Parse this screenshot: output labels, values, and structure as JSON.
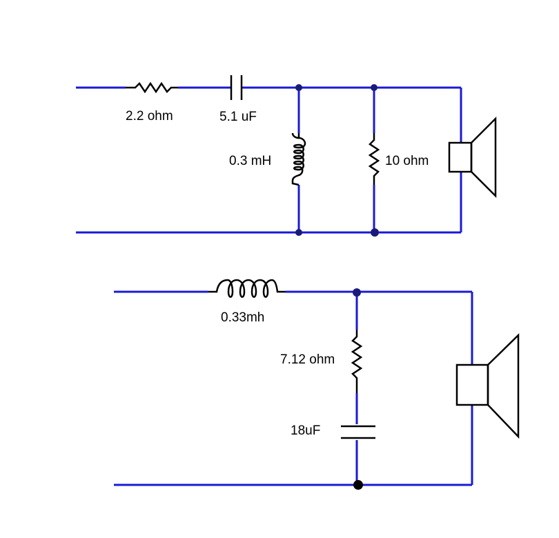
{
  "colors": {
    "wire": "#1a1ad6",
    "component": "#000000",
    "node": "#1a1a7a"
  },
  "circuit_top": {
    "resistor_series": {
      "label": "2.2 ohm"
    },
    "capacitor_series": {
      "label": "5.1 uF"
    },
    "inductor_shunt": {
      "label": "0.3 mH"
    },
    "resistor_shunt": {
      "label": "10 ohm"
    },
    "speaker": {
      "icon": "speaker-icon"
    }
  },
  "circuit_bottom": {
    "inductor_series": {
      "label": "0.33mh"
    },
    "resistor_shunt": {
      "label": "7.12 ohm"
    },
    "capacitor_shunt": {
      "label": "18uF"
    },
    "speaker": {
      "icon": "speaker-icon"
    }
  }
}
